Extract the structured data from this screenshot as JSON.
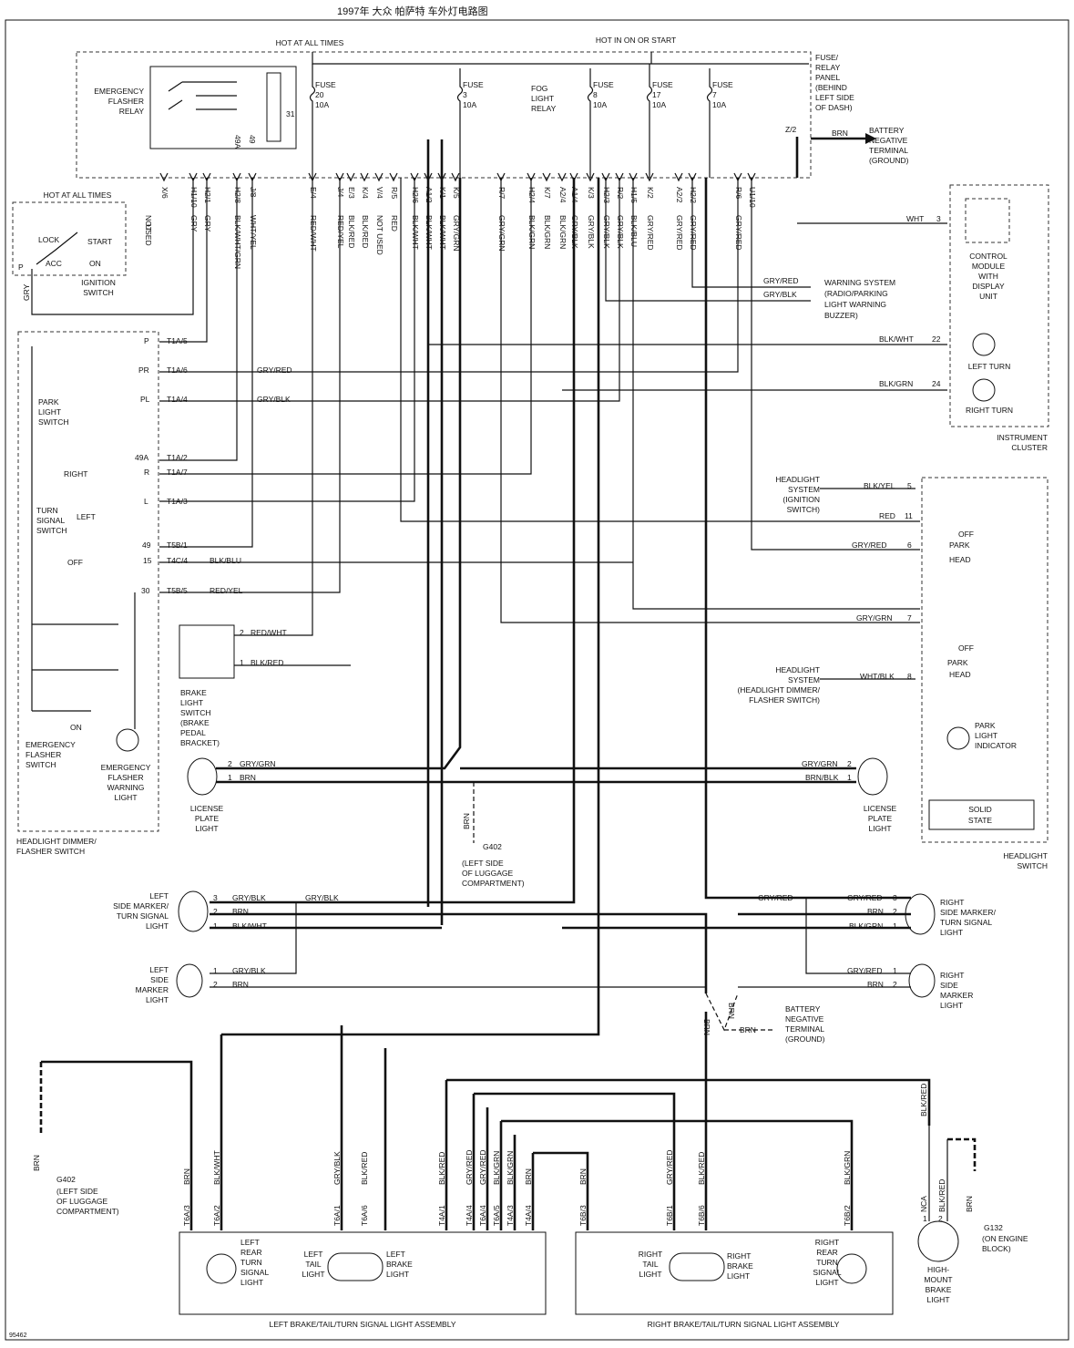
{
  "title": "1997年 大众 帕萨特 车外灯电路图",
  "top": {
    "hot_at_all_times": "HOT AT ALL TIMES",
    "hot_in_on_or_start": "HOT IN ON OR START",
    "fuse_panel": [
      "FUSE/",
      "RELAY",
      "PANEL",
      "(BEHIND",
      "LEFT SIDE",
      "OF DASH)"
    ],
    "emergency_flasher_relay": [
      "EMERGENCY",
      "FLASHER",
      "RELAY"
    ],
    "fog_light_relay": [
      "FOG",
      "LIGHT",
      "RELAY"
    ],
    "fuses": [
      {
        "name": "FUSE",
        "num": "20",
        "amp": "10A"
      },
      {
        "name": "FUSE",
        "num": "3",
        "amp": "10A"
      },
      {
        "name": "FUSE",
        "num": "8",
        "amp": "10A"
      },
      {
        "name": "FUSE",
        "num": "17",
        "amp": "10A"
      },
      {
        "name": "FUSE",
        "num": "7",
        "amp": "10A"
      }
    ],
    "relay_pins": [
      "31",
      "49A",
      "49"
    ],
    "ground_term": "Z/2",
    "battery_ground": [
      "BATTERY",
      "NEGATIVE",
      "TERMINAL",
      "(GROUND)"
    ],
    "brn": "BRN"
  },
  "connectors": [
    {
      "pin": "X/6",
      "wire": ""
    },
    {
      "pin": "H1/10",
      "wire": "GRY"
    },
    {
      "pin": "H2/1",
      "wire": "GRY"
    },
    {
      "pin": "H2/8",
      "wire": "BLK/WHT/GRN"
    },
    {
      "pin": "J/8",
      "wire": "WHT/YEL"
    },
    {
      "pin": "E/4",
      "wire": "RED/WHT"
    },
    {
      "pin": "J/4",
      "wire": "RED/YEL"
    },
    {
      "pin": "E/3",
      "wire": "BLK/RED"
    },
    {
      "pin": "K/4",
      "wire": "BLK/RED"
    },
    {
      "pin": "V/4",
      "wire": "NOT USED"
    },
    {
      "pin": "R/5",
      "wire": "RED"
    },
    {
      "pin": "H2/6",
      "wire": "BLK/WHT"
    },
    {
      "pin": "A1/2",
      "wire": "BLK/WHT"
    },
    {
      "pin": "K/1",
      "wire": "BLK/WHT"
    },
    {
      "pin": "K/5",
      "wire": "GRY/GRN"
    },
    {
      "pin": "R/7",
      "wire": "GRY/GRN"
    },
    {
      "pin": "H2/4",
      "wire": "BLK/GRN"
    },
    {
      "pin": "K/7",
      "wire": "BLK/GRN"
    },
    {
      "pin": "A2/4",
      "wire": "BLK/GRN"
    },
    {
      "pin": "A1/4",
      "wire": "GRY/BLK"
    },
    {
      "pin": "K/3",
      "wire": "GRY/BLK"
    },
    {
      "pin": "H2/3",
      "wire": "GRY/BLK"
    },
    {
      "pin": "R/2",
      "wire": "GRY/BLK"
    },
    {
      "pin": "H1/5",
      "wire": "BLK/BLU"
    },
    {
      "pin": "K/2",
      "wire": "GRY/RED"
    },
    {
      "pin": "A2/2",
      "wire": "GRY/RED"
    },
    {
      "pin": "H2/2",
      "wire": "GRY/RED"
    },
    {
      "pin": "R/6",
      "wire": "GRY/RED"
    },
    {
      "pin": "U1/10",
      "wire": ""
    }
  ],
  "not_used": [
    "NOT",
    "USED"
  ],
  "ignition": {
    "hot": "HOT AT ALL TIMES",
    "lock": "LOCK",
    "start": "START",
    "acc": "ACC",
    "on": "ON",
    "p": "P",
    "label": [
      "IGNITION",
      "SWITCH"
    ],
    "gry": "GRY"
  },
  "cluster": {
    "wht": "WHT",
    "pin3": "3",
    "control": [
      "CONTROL",
      "MODULE",
      "WITH",
      "DISPLAY",
      "UNIT"
    ],
    "blk_wht": "BLK/WHT",
    "pin22": "22",
    "left_turn": "LEFT TURN",
    "blk_grn": "BLK/GRN",
    "pin24": "24",
    "right_turn": "RIGHT TURN",
    "label": [
      "INSTRUMENT",
      "CLUSTER"
    ]
  },
  "warning": {
    "gry_red": "GRY/RED",
    "gry_blk": "GRY/BLK",
    "label": [
      "WARNING SYSTEM",
      "(RADIO/PARKING",
      "LIGHT WARNING",
      "BUZZER)"
    ]
  },
  "dimmer": {
    "p": "P",
    "t1a5": "T1A/5",
    "pr": "PR",
    "t1a6": "T1A/6",
    "gry_red": "GRY/RED",
    "pl": "PL",
    "t1a4": "T1A/4",
    "gry_blk": "GRY/BLK",
    "park_light_switch": [
      "PARK",
      "LIGHT",
      "SWITCH"
    ],
    "p49a": "49A",
    "t1a2": "T1A/2",
    "right": "RIGHT",
    "r": "R",
    "t1a7": "T1A/7",
    "l": "L",
    "t1a3": "T1A/3",
    "left": "LEFT",
    "turn_signal_switch": [
      "TURN",
      "SIGNAL",
      "SWITCH"
    ],
    "p49": "49",
    "t5b1": "T5B/1",
    "off": "OFF",
    "p15": "15",
    "t4c4": "T4C/4",
    "blk_blu": "BLK/BLU",
    "p30": "30",
    "t5b5": "T5B/5",
    "red_yel": "RED/YEL",
    "on": "ON",
    "emergency_flasher_switch": [
      "EMERGENCY",
      "FLASHER",
      "SWITCH"
    ],
    "warning_light": [
      "EMERGENCY",
      "FLASHER",
      "WARNING",
      "LIGHT"
    ],
    "label": [
      "HEADLIGHT DIMMER/",
      "FLASHER SWITCH"
    ]
  },
  "brake": {
    "p2": "2",
    "red_wht": "RED/WHT",
    "p1": "1",
    "blk_red": "BLK/RED",
    "label": [
      "BRAKE",
      "LIGHT",
      "SWITCH",
      "(BRAKE",
      "PEDAL",
      "BRACKET)"
    ]
  },
  "headlight_switch": {
    "sys1": [
      "HEADLIGHT",
      "SYSTEM",
      "(IGNITION",
      "SWITCH)"
    ],
    "blk_yel": "BLK/YEL",
    "p5": "5",
    "red": "RED",
    "p11": "11",
    "off": "OFF",
    "park": "PARK",
    "gry_red": "GRY/RED",
    "p6": "6",
    "head": "HEAD",
    "gry_grn": "GRY/GRN",
    "p7": "7",
    "off2": "OFF",
    "park2": "PARK",
    "head2": "HEAD",
    "sys2": [
      "HEADLIGHT",
      "SYSTEM",
      "(HEADLIGHT DIMMER/",
      "FLASHER SWITCH)"
    ],
    "wht_blk": "WHT/BLK",
    "p8": "8",
    "indicator": [
      "PARK",
      "LIGHT",
      "INDICATOR"
    ],
    "solid": [
      "SOLID",
      "STATE"
    ],
    "label": [
      "HEADLIGHT",
      "SWITCH"
    ]
  },
  "license": {
    "l_p2": "2",
    "l_gry_grn": "GRY/GRN",
    "l_p1": "1",
    "l_brn": "BRN",
    "r_gry_grn": "GRY/GRN",
    "r_p2": "2",
    "r_brn_blk": "BRN/BLK",
    "r_p1": "1",
    "label": [
      "LICENSE",
      "PLATE",
      "LIGHT"
    ],
    "brn": "BRN",
    "g402": "G402",
    "g402_loc": [
      "(LEFT SIDE",
      "OF LUGGAGE",
      "COMPARTMENT)"
    ]
  },
  "side_markers": {
    "lt_label": [
      "LEFT",
      "SIDE MARKER/",
      "TURN SIGNAL",
      "LIGHT"
    ],
    "lt_p3": "3",
    "lt_gry_blk": "GRY/BLK",
    "lt_gry_blk2": "GRY/BLK",
    "lt_p2": "2",
    "lt_brn": "BRN",
    "lt_p1": "1",
    "lt_blk_wht": "BLK/WHT",
    "l_label": [
      "LEFT",
      "SIDE",
      "MARKER",
      "LIGHT"
    ],
    "l_p1": "1",
    "l_gry_blk": "GRY/BLK",
    "l_p2": "2",
    "l_brn": "BRN",
    "rt_label": [
      "RIGHT",
      "SIDE MARKER/",
      "TURN SIGNAL",
      "LIGHT"
    ],
    "rt_gry_red": "GRY/RED",
    "rt_gry_red2": "GRY/RED",
    "rt_p3": "3",
    "rt_brn": "BRN",
    "rt_p2": "2",
    "rt_blk_grn": "BLK/GRN",
    "rt_p1": "1",
    "r_label": [
      "RIGHT",
      "SIDE",
      "MARKER",
      "LIGHT"
    ],
    "r_gry_red": "GRY/RED",
    "r_p1": "1",
    "r_brn": "BRN",
    "r_p2": "2",
    "brn": "BRN",
    "brn2": "BRN",
    "brn3": "BRN",
    "battery": [
      "BATTERY",
      "NEGATIVE",
      "TERMINAL",
      "(GROUND)"
    ]
  },
  "rear": {
    "g402": "G402",
    "g402_loc": [
      "(LEFT SIDE",
      "OF LUGGAGE",
      "COMPARTMENT)"
    ],
    "brn": "BRN",
    "left_wires": [
      "BRN",
      "BLK/WHT",
      "GRY/BLK",
      "BLK/RED",
      "BLK/RED",
      "GRY/RED",
      "GRY/RED",
      "BLK/GRN",
      "BLK/GRN",
      "BRN"
    ],
    "left_pins": [
      "T6A/3",
      "T6A/2",
      "T6A/1",
      "T6A/6",
      "T4A/1",
      "T4A/4",
      "T6A/4",
      "T6A/5",
      "T4A/3",
      "T4A/4"
    ],
    "right_wires": [
      "BRN",
      "GRY/RED",
      "BLK/RED",
      "BLK/GRN"
    ],
    "right_pins": [
      "T6B/3",
      "T6B/1",
      "T6B/6",
      "T6B/2"
    ],
    "left_turn": [
      "LEFT",
      "REAR",
      "TURN",
      "SIGNAL",
      "LIGHT"
    ],
    "left_tail": [
      "LEFT",
      "TAIL",
      "LIGHT"
    ],
    "left_brake": [
      "LEFT",
      "BRAKE",
      "LIGHT"
    ],
    "right_tail": [
      "RIGHT",
      "TAIL",
      "LIGHT"
    ],
    "right_brake": [
      "RIGHT",
      "BRAKE",
      "LIGHT"
    ],
    "right_turn": [
      "RIGHT",
      "REAR",
      "TURN",
      "SIGNAL",
      "LIGHT"
    ],
    "left_assembly": "LEFT BRAKE/TAIL/TURN SIGNAL LIGHT ASSEMBLY",
    "right_assembly": "RIGHT BRAKE/TAIL/TURN SIGNAL LIGHT ASSEMBLY",
    "hm_blk_red": "BLK/RED",
    "hm_nca": "NCA",
    "hm_blk_red2": "BLK/RED",
    "hm_brn": "BRN",
    "hm_p2": "2",
    "hm_p1": "1",
    "hm_label": [
      "HIGH-",
      "MOUNT",
      "BRAKE",
      "LIGHT"
    ],
    "g132": "G132",
    "g132_loc": [
      "(ON ENGINE",
      "BLOCK)"
    ]
  },
  "figure_id": "95462"
}
